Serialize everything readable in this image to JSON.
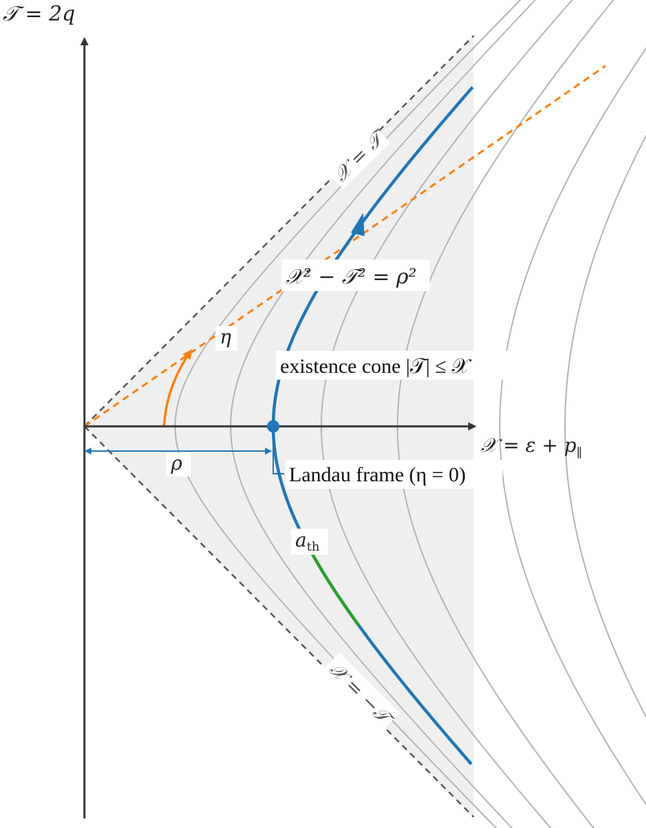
{
  "labels": {
    "t_axis": "𝒯 = 2q",
    "x_axis": "𝒳 = ε + p",
    "x_axis_sub": "∥",
    "upper_cone": "𝒳 = 𝒯",
    "lower_cone": "𝒳 = −𝒯",
    "hyperbola": "𝒳² − 𝒯² = ρ²",
    "existence_cone": "existence cone |𝒯| ≤ 𝒳",
    "eta": "η",
    "rho": "ρ",
    "landau": "Landau frame (η = 0)",
    "a_th": "a",
    "a_th_sub": "th"
  },
  "colors": {
    "axis": "#333333",
    "cone": "#555555",
    "region": "#efefef",
    "hyperbola_family": "#b4b4b4",
    "highlight_hyperbola": "#2176b5",
    "rapidity": "#ff7f0e",
    "thermal_segment": "#2ca02c"
  }
}
